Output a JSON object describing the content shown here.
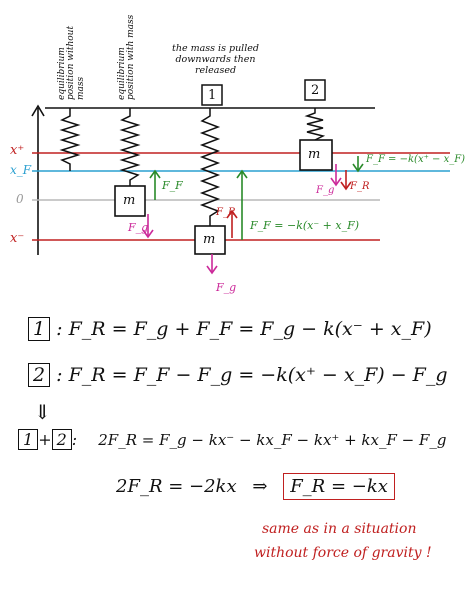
{
  "labels": {
    "col1": "equilibrium position without mass",
    "col2": "equilibrium position with mass",
    "col3": "the mass is pulled downwards then released",
    "box1": "1",
    "box2": "2",
    "mass": "m"
  },
  "levels": {
    "x_plus": "x⁺",
    "x_f": "x_F",
    "zero": "0",
    "x_minus": "x⁻"
  },
  "forces": {
    "FF": "F_F",
    "Fg": "F_g",
    "FR": "F_R",
    "FF_eq1": "F_F = −k(x⁻ + x_F)",
    "FF_eq2": "F_F = −k(x⁺ − x_F)"
  },
  "equations": {
    "eq1_label": "1",
    "eq1": ": F_R = F_g + F_F = F_g − k(x⁻ + x_F)",
    "eq2_label": "2",
    "eq2": ": F_R = F_F − F_g = −k(x⁺ − x_F) − F_g",
    "arrow": "⇓",
    "eq3_label_a": "1",
    "eq3_plus": "+",
    "eq3_label_b": "2",
    "eq3_colon": ":",
    "eq3": "2F_R = F_g − kx⁻ − kx_F − kx⁺ + kx_F − F_g",
    "eq4_left": "2F_R = −2kx",
    "eq4_implies": "⇒",
    "eq4_result": "F_R = −kx",
    "note_line1": "same as in a situation",
    "note_line2": "without force of gravity !"
  },
  "colors": {
    "ink": "#111111",
    "red": "#c02020",
    "green": "#2a8a2a",
    "blue": "#2aa0d0",
    "pink": "#cc2a9a",
    "gray": "#b8b8b8"
  }
}
